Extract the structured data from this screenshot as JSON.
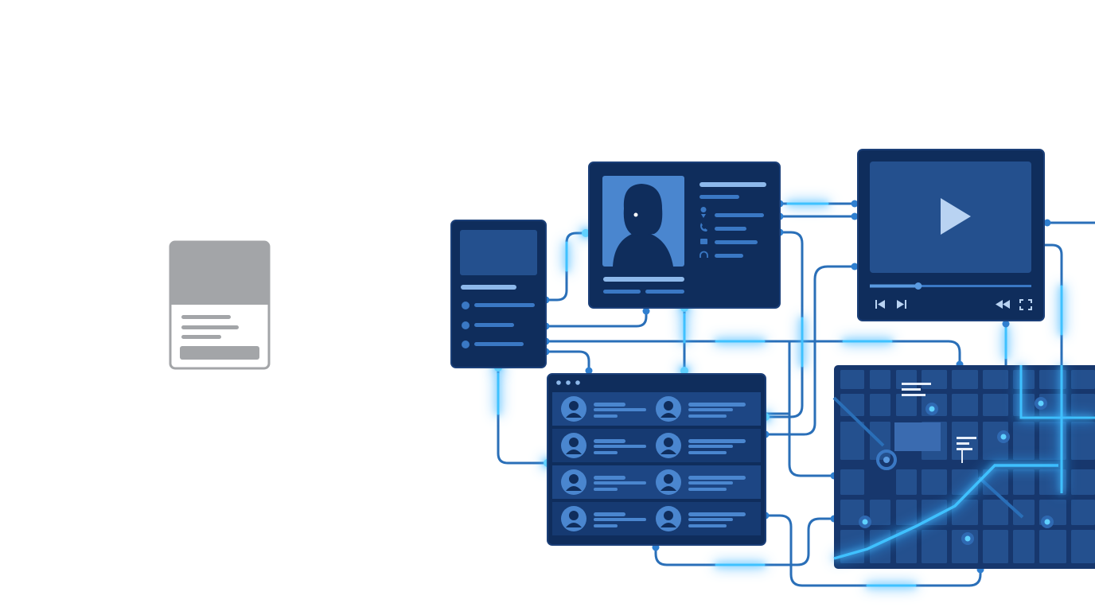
{
  "colors": {
    "background": "#ffffff",
    "panel": "#0f2d5c",
    "panel_border": "#1b3f78",
    "panel_inner": "#24508e",
    "line": "#2a6fb8",
    "glow": "#3fc1ff",
    "accent": "#4a86cf",
    "placeholder_gray": "#a3a5a8"
  },
  "icons": {
    "placeholder_card": "image-card-placeholder-icon",
    "mobile_screen": "mobile-app-screen-icon",
    "profile_card": "user-profile-card-icon",
    "video_player": "video-player-icon",
    "contacts_list": "contacts-list-icon",
    "map": "city-map-icon",
    "play": "play-icon",
    "skip_back": "skip-back-icon",
    "skip_forward": "skip-forward-icon",
    "rewind": "rewind-icon",
    "fullscreen": "fullscreen-icon",
    "location_pin": "location-pin-icon",
    "phone": "phone-icon",
    "mail": "mail-icon",
    "headphones": "headphones-icon",
    "avatar": "user-avatar-icon"
  },
  "video_player": {
    "progress": 0.3
  },
  "contacts_list": {
    "rows": 4,
    "columns": 2
  }
}
